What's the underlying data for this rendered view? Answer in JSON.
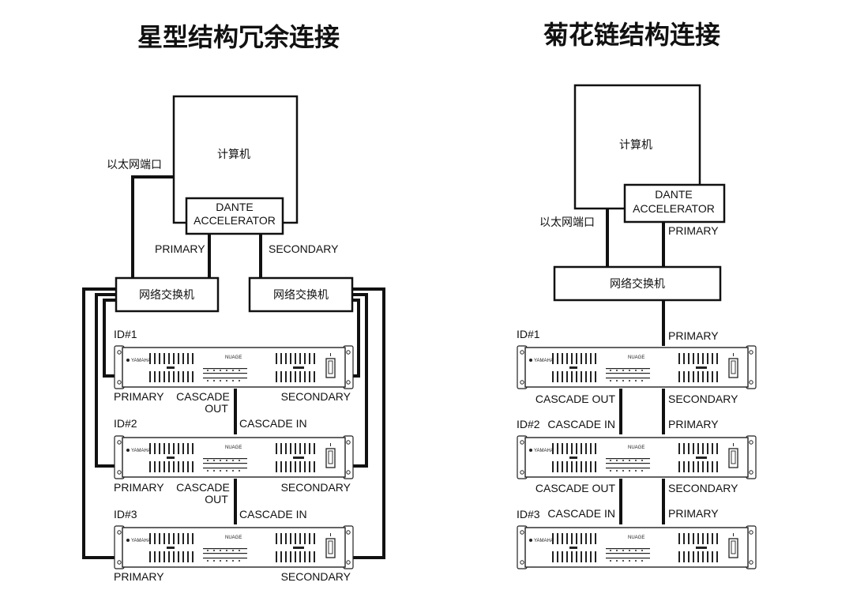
{
  "star": {
    "title": "星型结构冗余连接",
    "computer": "计算机",
    "accelerator_line1": "DANTE",
    "accelerator_line2": "ACCELERATOR",
    "ethernet_port": "以太网端口",
    "primary": "PRIMARY",
    "secondary": "SECONDARY",
    "switch_left": "网络交换机",
    "switch_right": "网络交换机",
    "devices": [
      {
        "id": "ID#1",
        "left_label": "PRIMARY",
        "right_label": "SECONDARY",
        "cascade_out_1": "CASCADE",
        "cascade_out_2": "OUT"
      },
      {
        "id": "ID#2",
        "cascade_in": "CASCADE IN",
        "left_label": "PRIMARY",
        "right_label": "SECONDARY",
        "cascade_out_1": "CASCADE",
        "cascade_out_2": "OUT"
      },
      {
        "id": "ID#3",
        "cascade_in": "CASCADE IN",
        "left_label": "PRIMARY",
        "right_label": "SECONDARY"
      }
    ]
  },
  "daisy": {
    "title": "菊花链结构连接",
    "computer": "计算机",
    "accelerator_line1": "DANTE",
    "accelerator_line2": "ACCELERATOR",
    "ethernet_port": "以太网端口",
    "primary": "PRIMARY",
    "switch": "网络交换机",
    "devices": [
      {
        "id": "ID#1",
        "top_label": "PRIMARY",
        "cascade_out": "CASCADE OUT",
        "secondary": "SECONDARY"
      },
      {
        "id": "ID#2",
        "cascade_in": "CASCADE IN",
        "top_label": "PRIMARY",
        "cascade_out": "CASCADE OUT",
        "secondary": "SECONDARY"
      },
      {
        "id": "ID#3",
        "cascade_in": "CASCADE IN",
        "top_label": "PRIMARY"
      }
    ]
  },
  "device_panel": {
    "brand": "YAMAHA",
    "model": "NUAGE"
  }
}
